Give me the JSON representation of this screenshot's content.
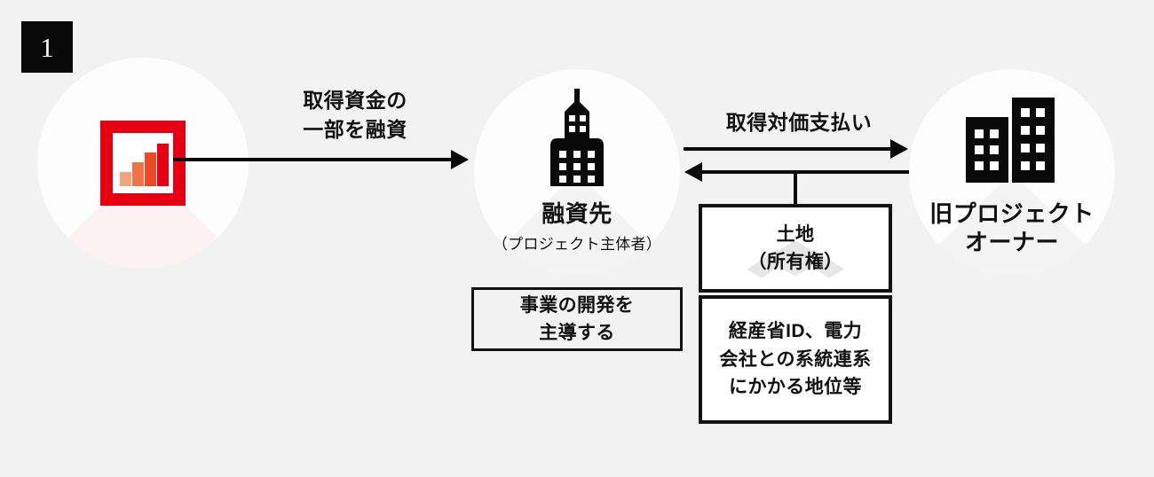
{
  "badge": {
    "number": "1"
  },
  "colors": {
    "background": "#f2f2f2",
    "ink": "#111111",
    "badge_bg": "#0a0a0a",
    "circle_fill": "#fdfdfd",
    "accent_red": "#e60012",
    "bar_1": "#f3a380",
    "bar_2": "#f0744a",
    "bar_3": "#ea4a25",
    "bar_4": "#e60012",
    "watermark": "#e7e7e7"
  },
  "nodes": [
    {
      "id": "lender",
      "icon": "bar-chart-icon",
      "label": "",
      "sublabel": ""
    },
    {
      "id": "borrower",
      "icon": "skyscraper-icon",
      "label": "融資先",
      "sublabel": "（プロジェクト主体者）"
    },
    {
      "id": "former-owner",
      "icon": "office-buildings-icon",
      "label": "旧プロジェクト\nオーナー",
      "sublabel": ""
    }
  ],
  "edges": [
    {
      "id": "loan",
      "label": "取得資金の\n一部を融資",
      "direction": "right"
    },
    {
      "id": "consideration",
      "label": "取得対価支払い",
      "direction": "right"
    },
    {
      "id": "transfer-back",
      "label": "",
      "direction": "left"
    }
  ],
  "boxes": [
    {
      "id": "development-lead",
      "text": "事業の開発を\n主導する",
      "style": "outline"
    },
    {
      "id": "land",
      "text": "土地\n（所有権）",
      "style": "filled",
      "watermark": "land-icon"
    },
    {
      "id": "grid-status",
      "text": "経産省ID、電力\n会社との系統連系\nにかかる地位等",
      "style": "filled"
    }
  ]
}
